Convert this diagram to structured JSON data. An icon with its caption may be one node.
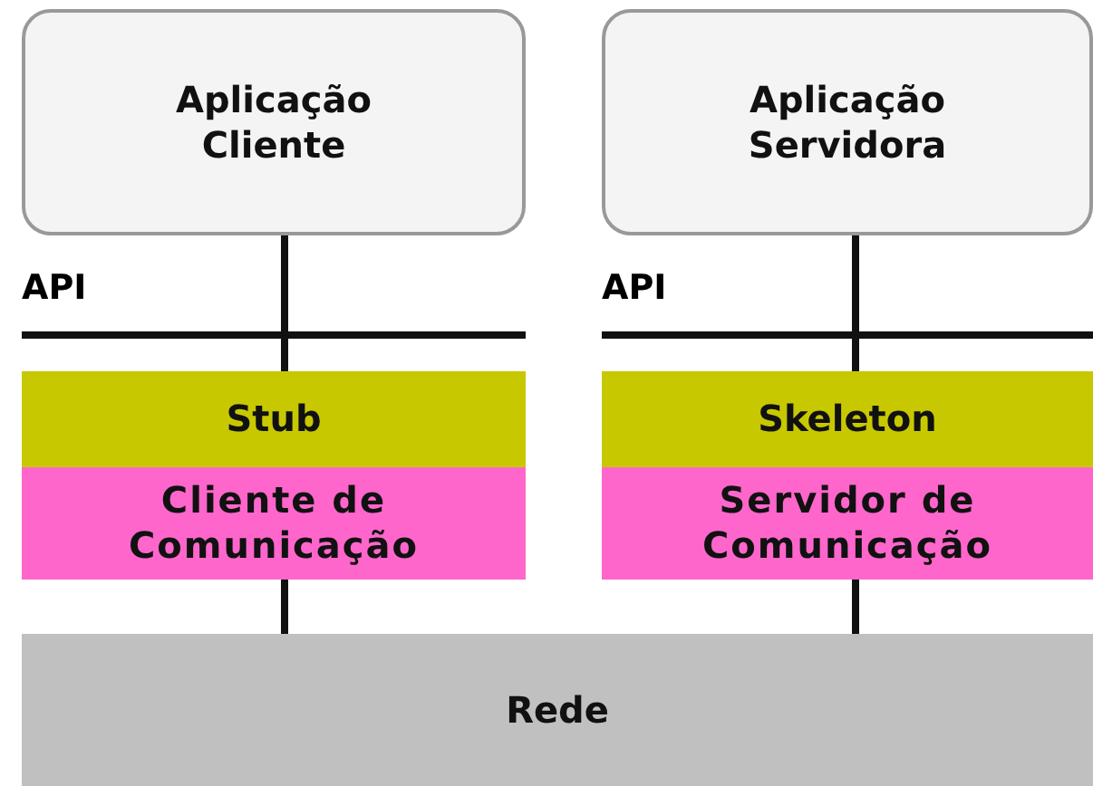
{
  "diagram": {
    "nodes": [
      {
        "text": [
          "Aplicação Cliente"
        ]
      },
      {
        "text": [
          "Aplicação Servidora"
        ]
      },
      {
        "text": [
          "Stub"
        ]
      },
      {
        "text": [
          "Cliente de Comunicação"
        ]
      },
      {
        "text": [
          "Skeleton"
        ]
      },
      {
        "text": [
          "Servidor de Comunicação"
        ]
      },
      {
        "text": [
          "Rede"
        ]
      }
    ],
    "edges": [
      {
        "from": 0,
        "to": 2,
        "arrow": "none"
      },
      {
        "from": 1,
        "to": 4,
        "arrow": "none"
      },
      {
        "from": 3,
        "to": 6,
        "arrow": "none"
      },
      {
        "from": 5,
        "to": 6,
        "arrow": "none"
      }
    ],
    "labels": [
      "API",
      "API"
    ]
  }
}
